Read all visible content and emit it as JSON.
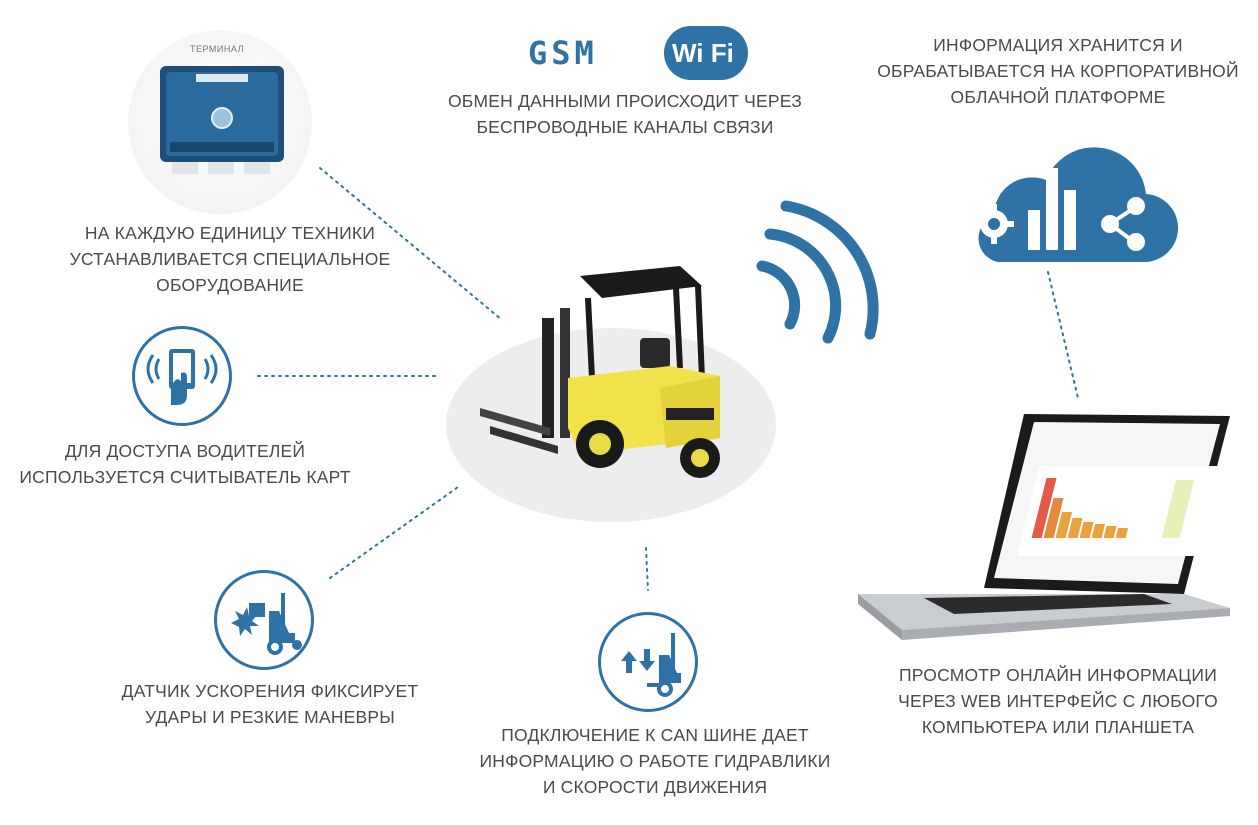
{
  "colors": {
    "brand_blue": "#2e72a6",
    "text_gray": "#4a4a4a",
    "forklift_yellow": "#f2e24a"
  },
  "terminal": {
    "label": "ТЕРМИНАЛ"
  },
  "logos": {
    "gsm": "GSM",
    "wifi": "Wi Fi"
  },
  "captions": {
    "equipment": [
      "НА КАЖДУЮ ЕДИНИЦУ ТЕХНИКИ",
      "УСТАНАВЛИВАЕТСЯ СПЕЦИАЛЬНОЕ",
      "ОБОРУДОВАНИЕ"
    ],
    "wireless": [
      "ОБМЕН ДАННЫМИ ПРОИСХОДИТ ЧЕРЕЗ",
      "БЕСПРОВОДНЫЕ КАНАЛЫ СВЯЗИ"
    ],
    "cloud": [
      "ИНФОРМАЦИЯ ХРАНИТСЯ И",
      "ОБРАБАТЫВАЕТСЯ НА КОРПОРАТИВНОЙ",
      "ОБЛАЧНОЙ ПЛАТФОРМЕ"
    ],
    "card_reader": [
      "ДЛЯ ДОСТУПА ВОДИТЕЛЕЙ",
      "ИСПОЛЬЗУЕТСЯ СЧИТЫВАТЕЛЬ КАРТ"
    ],
    "accelerometer": [
      "ДАТЧИК УСКОРЕНИЯ ФИКСИРУЕТ",
      "УДАРЫ И РЕЗКИЕ МАНЕВРЫ"
    ],
    "can_bus": [
      "ПОДКЛЮЧЕНИЕ К CAN ШИНЕ ДАЕТ",
      "ИНФОРМАЦИЮ О РАБОТЕ ГИДРАВЛИКИ",
      "И СКОРОСТИ ДВИЖЕНИЯ"
    ],
    "web": [
      "ПРОСМОТР ОНЛАЙН ИНФОРМАЦИИ",
      "ЧЕРЕЗ WEB ИНТЕРФЕЙС С ЛЮБОГО",
      "КОМПЬЮТЕРА ИЛИ ПЛАНШЕТА"
    ]
  }
}
